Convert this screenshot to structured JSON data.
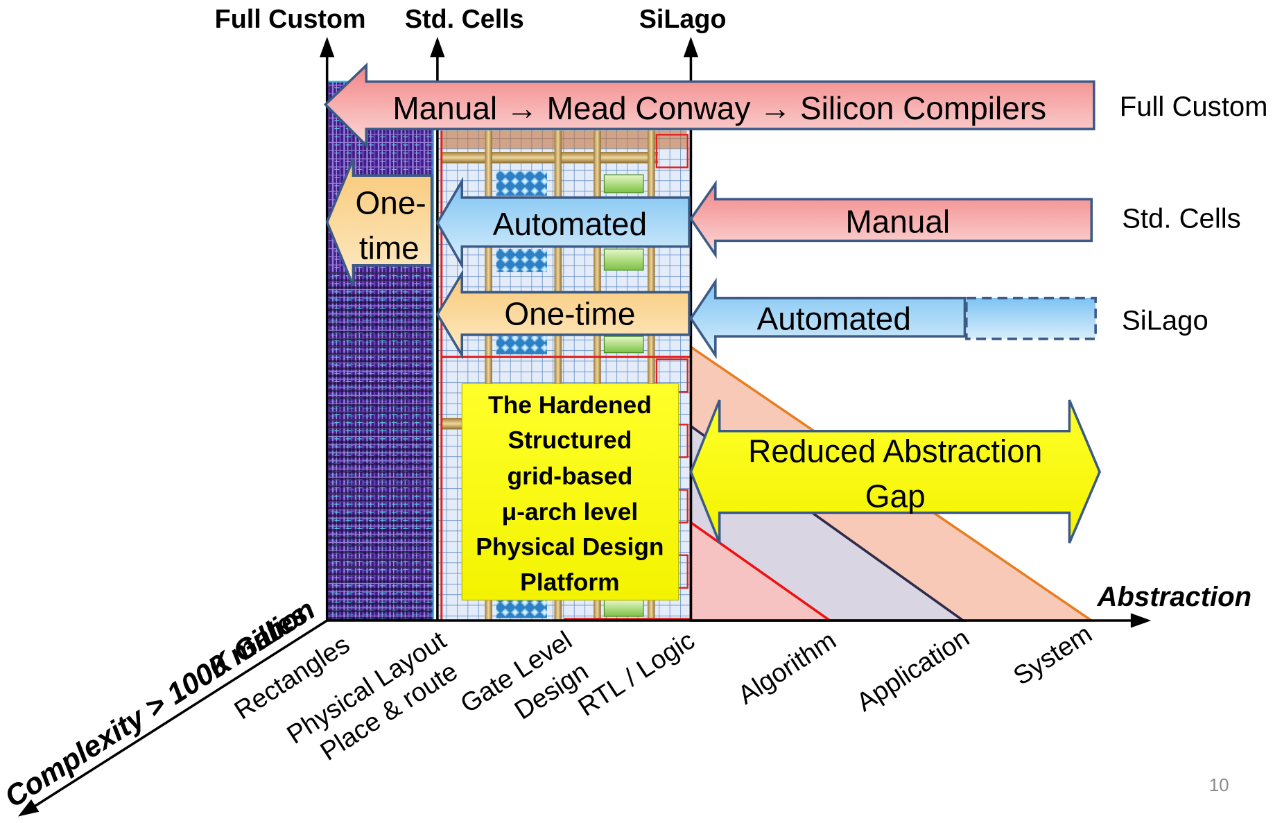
{
  "slide": {
    "page_number": "10",
    "colors": {
      "manual_arrow": "#f4a0a0",
      "automated_arrow": "#8fcdf5",
      "one_time_arrow": "#fbd38d",
      "platform_box": "#ffff00",
      "gap_arrow": "#ffff00",
      "arrow_outline": "#3b5a86",
      "system_triangle": "#e67e22",
      "application_triangle": "#2d2a4a",
      "algorithm_triangle": "#ee1111"
    }
  },
  "axes": {
    "vertical_labels": {
      "full_custom": "Full Custom",
      "std_cells": "Std. Cells",
      "silago": "SiLago"
    },
    "x_axis_label": "Abstraction",
    "depth_axis_labels": [
      "Complexity > 100K Gates",
      "Complexity > 1000 million"
    ],
    "x_ticks": [
      {
        "lines": [
          "Rectangles"
        ]
      },
      {
        "lines": [
          "Physical Layout",
          "Place & route"
        ]
      },
      {
        "lines": [
          "Gate Level",
          "Design"
        ]
      },
      {
        "lines": [
          "RTL / Logic"
        ]
      },
      {
        "lines": [
          "Algorithm"
        ]
      },
      {
        "lines": [
          "Application"
        ]
      },
      {
        "lines": [
          "System"
        ]
      }
    ]
  },
  "rows": {
    "full_custom": {
      "label": "Full Custom",
      "arrow": "Manual → Mead Conway → Silicon Compilers"
    },
    "std_cells": {
      "label": "Std. Cells",
      "one_time": [
        "One-",
        "time"
      ],
      "automated": "Automated",
      "manual": "Manual"
    },
    "silago": {
      "label": "SiLago",
      "one_time": "One-time",
      "automated": "Automated"
    }
  },
  "platform_box": {
    "lines": [
      "The Hardened",
      "Structured",
      "grid-based",
      "μ-arch level",
      "Physical Design",
      "Platform"
    ]
  },
  "gap_arrow": {
    "lines": [
      "Reduced Abstraction",
      "Gap"
    ]
  }
}
